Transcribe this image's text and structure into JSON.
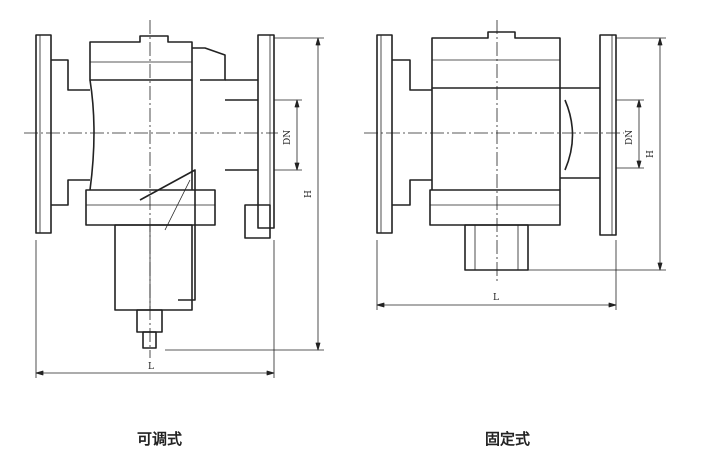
{
  "left_view": {
    "caption": "可调式",
    "dim_length": "L",
    "dim_height": "H",
    "dim_dn": "DN"
  },
  "right_view": {
    "caption": "固定式",
    "dim_length": "L",
    "dim_height": "H",
    "dim_dn": "DN"
  }
}
